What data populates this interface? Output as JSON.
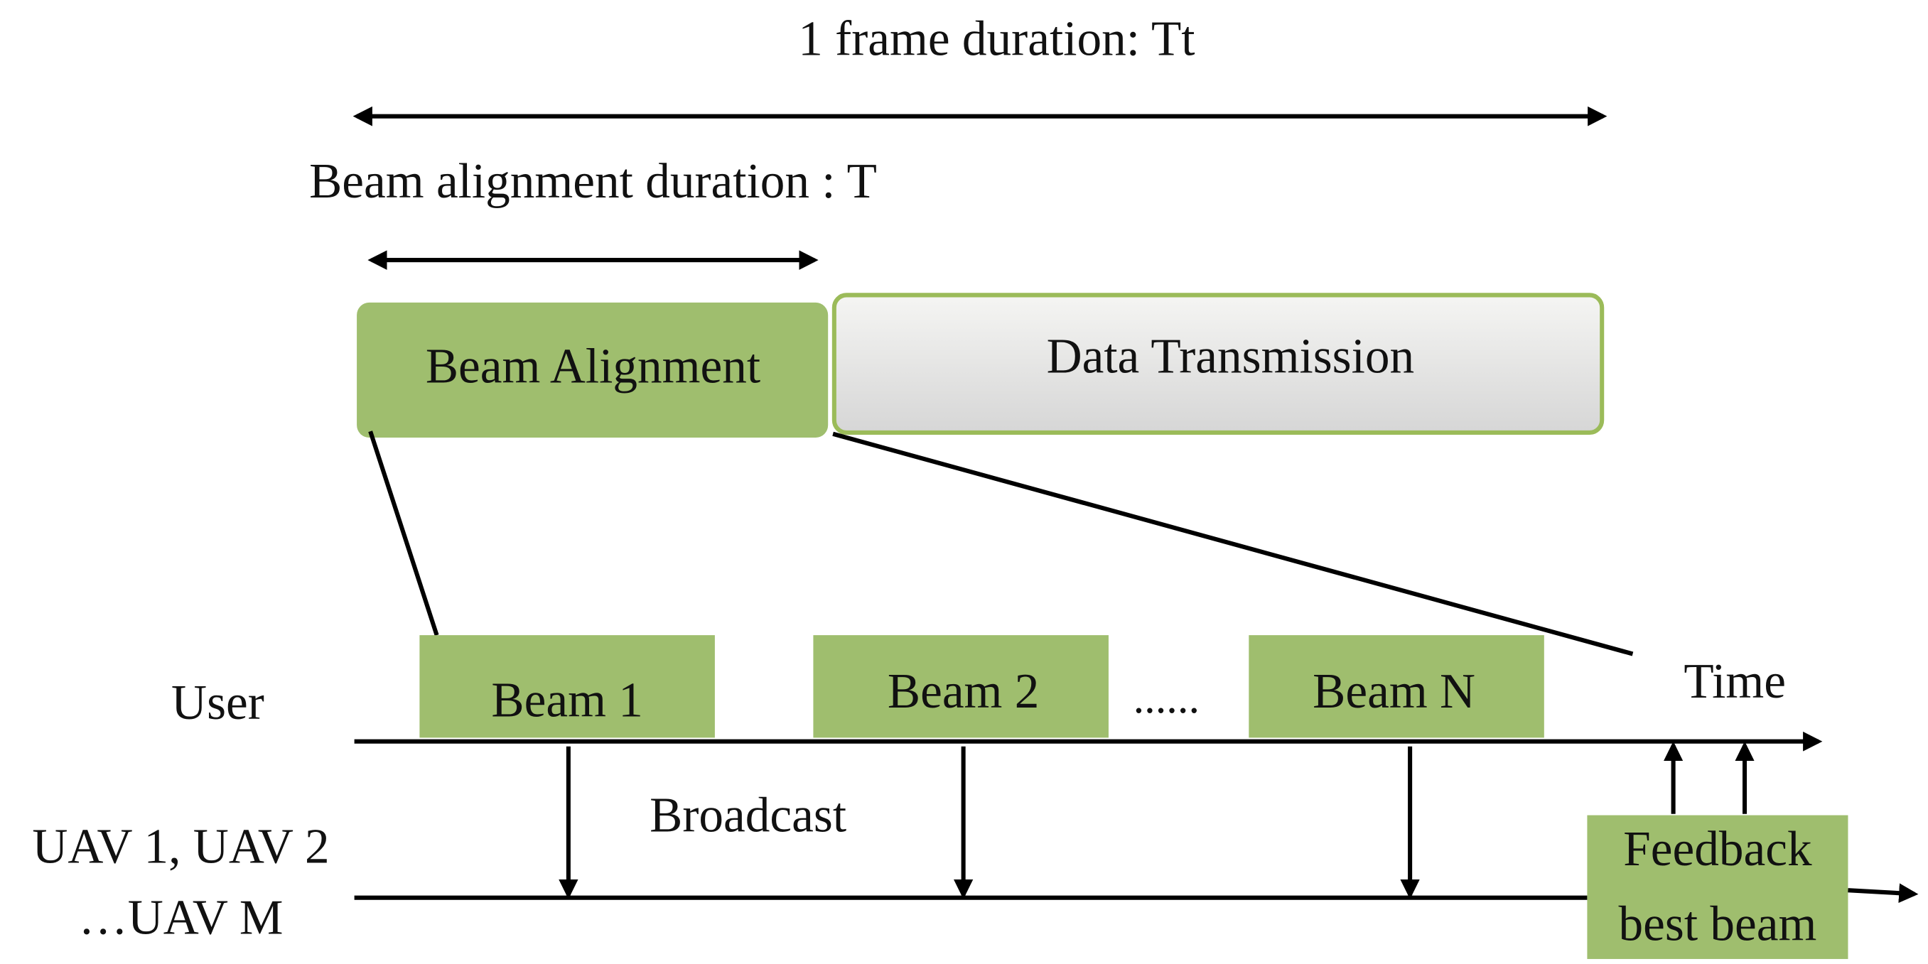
{
  "colors": {
    "green": "#9fbe6e",
    "gray_top": "#f5f5f3",
    "gray_bottom": "#d6d6d6",
    "border_green": "#9bbb59"
  },
  "frame_label": "1 frame duration: Tt",
  "alignment_label": "Beam alignment duration : T",
  "frame": {
    "beam_alignment": "Beam Alignment",
    "data_transmission": "Data Transmission"
  },
  "beams": [
    "Beam 1",
    "Beam 2",
    "Beam N"
  ],
  "ellipsis": "......",
  "rows": {
    "user": "User",
    "uav_line1": "UAV 1, UAV 2",
    "uav_line2": "…UAV M"
  },
  "time_label": "Time",
  "broadcast_label": "Broadcast",
  "feedback": {
    "line1": "Feedback",
    "line2": "best beam"
  }
}
